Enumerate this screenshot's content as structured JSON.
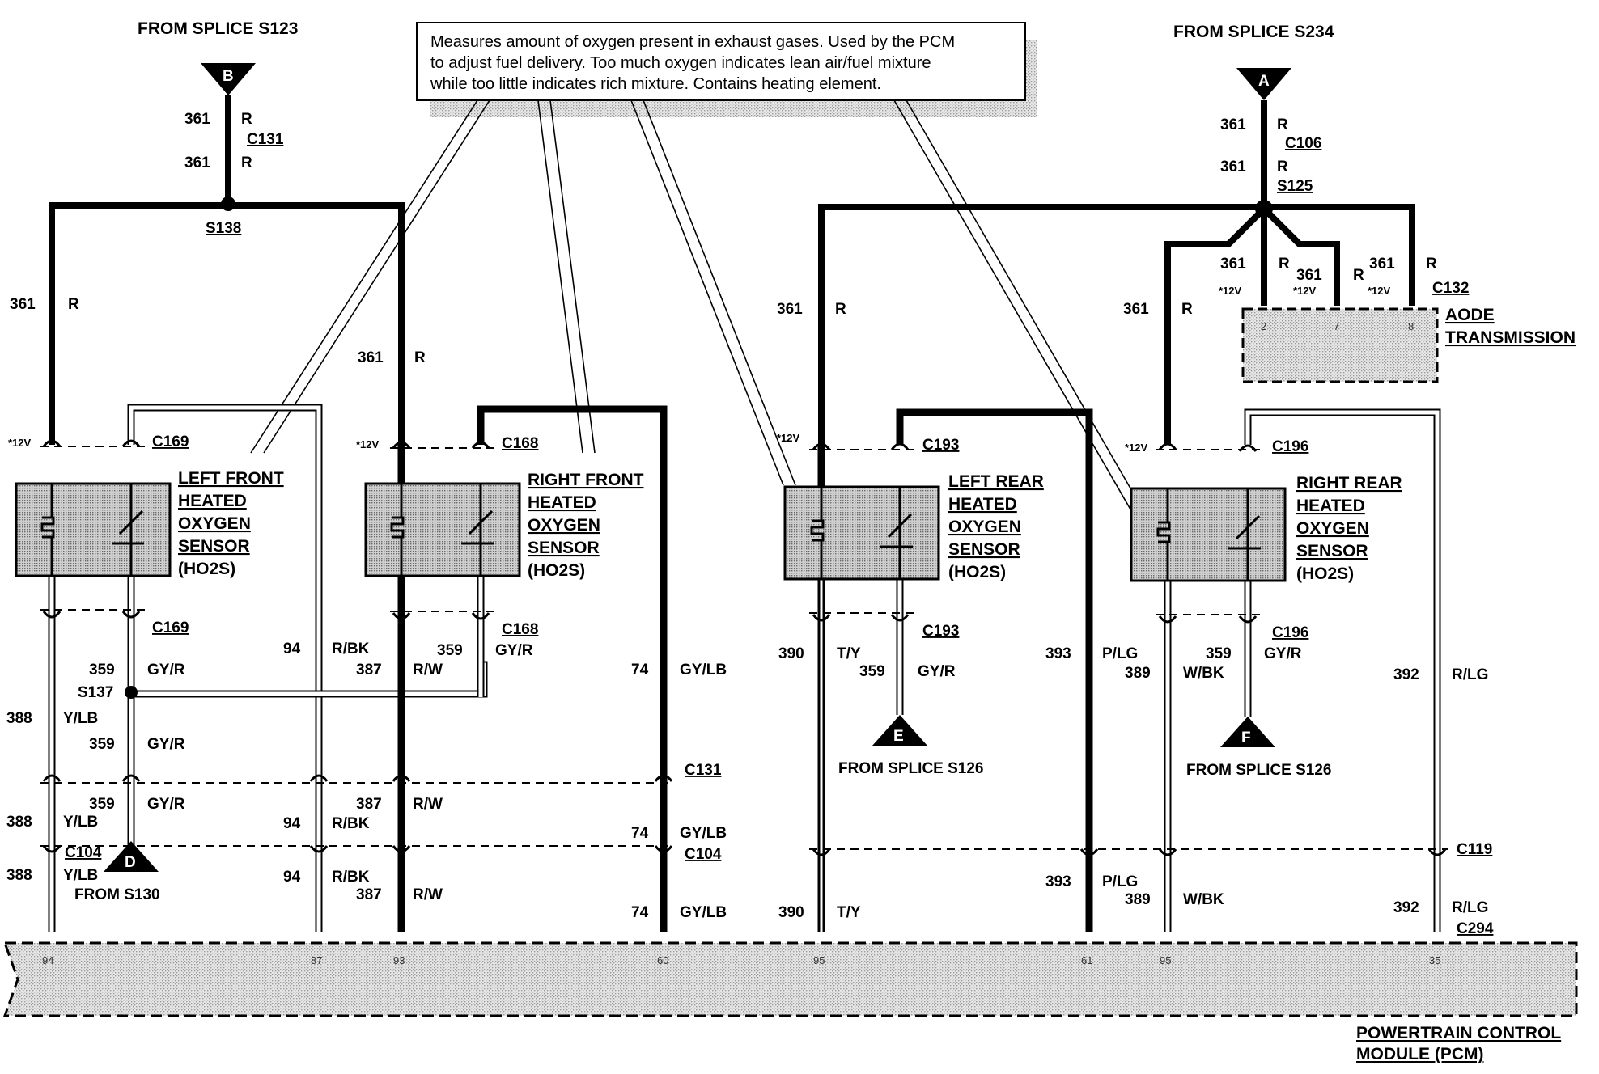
{
  "note": {
    "lines": [
      "Measures amount of oxygen present in exhaust gases. Used by the PCM",
      "to adjust fuel delivery.  Too much oxygen indicates lean air/fuel mixture",
      "while too little indicates rich mixture.  Contains heating element."
    ]
  },
  "splices": {
    "left_title": "FROM SPLICE S123",
    "right_title": "FROM SPLICE S234",
    "b": "B",
    "a": "A",
    "d": "D",
    "e": "E",
    "f": "F",
    "s138": "S138",
    "s125": "S125",
    "s137": "S137",
    "from_s130": "FROM S130",
    "from_s126_e": "FROM SPLICE S126",
    "from_s126_f": "FROM SPLICE S126"
  },
  "connectors": {
    "c131_top": "C131",
    "c106": "C106",
    "c132": "C132",
    "c169_top": "C169",
    "c169_bot": "C169",
    "c168_top": "C168",
    "c168_bot": "C168",
    "c193_top": "C193",
    "c193_bot": "C193",
    "c196_top": "C196",
    "c196_bot": "C196",
    "c131_mid": "C131",
    "c104_left": "C104",
    "c104_mid": "C104",
    "c119": "C119",
    "c294": "C294"
  },
  "sensors": [
    {
      "l1": "LEFT FRONT",
      "l2": "HEATED",
      "l3": "OXYGEN",
      "l4": "SENSOR",
      "l5": "(HO2S)"
    },
    {
      "l1": "RIGHT FRONT",
      "l2": "HEATED",
      "l3": "OXYGEN",
      "l4": "SENSOR",
      "l5": "(HO2S)"
    },
    {
      "l1": "LEFT REAR",
      "l2": "HEATED",
      "l3": "OXYGEN",
      "l4": "SENSOR",
      "l5": "(HO2S)"
    },
    {
      "l1": "RIGHT REAR",
      "l2": "HEATED",
      "l3": "OXYGEN",
      "l4": "SENSOR",
      "l5": "(HO2S)"
    }
  ],
  "trans": {
    "l1": "AODE",
    "l2": "TRANSMISSION",
    "pins": [
      "2",
      "7",
      "8"
    ]
  },
  "pcm": {
    "l1": "POWERTRAIN CONTROL",
    "l2": "MODULE (PCM)",
    "pins": [
      "94",
      "87",
      "93",
      "60",
      "95",
      "61",
      "95",
      "35"
    ]
  },
  "wires": {
    "c361": "361",
    "r": "R",
    "v12": "*12V",
    "c359": "359",
    "gyr": "GY/R",
    "c388": "388",
    "ylb": "Y/LB",
    "c94": "94",
    "rbk": "R/BK",
    "c387": "387",
    "rw": "R/W",
    "c74": "74",
    "gylb": "GY/LB",
    "c390": "390",
    "ty": "T/Y",
    "c393": "393",
    "plg": "P/LG",
    "c389": "389",
    "wbk": "W/BK",
    "c392": "392",
    "rlg": "R/LG"
  }
}
